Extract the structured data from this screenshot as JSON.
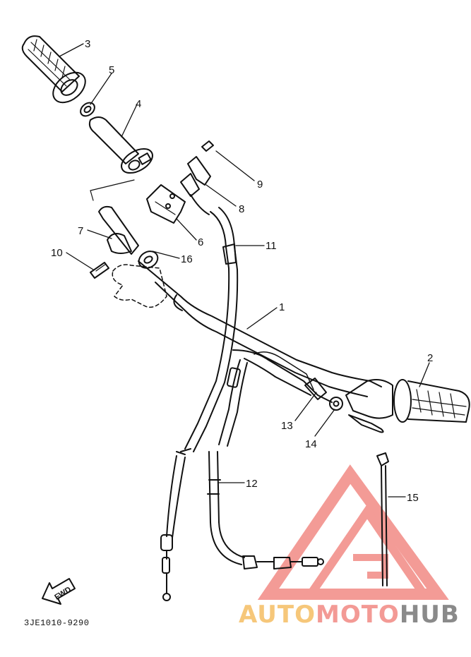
{
  "diagram": {
    "part_labels": [
      "1",
      "2",
      "3",
      "4",
      "5",
      "6",
      "7",
      "8",
      "9",
      "10",
      "11",
      "12",
      "13",
      "14",
      "15",
      "16"
    ],
    "fwd_label": "FWD",
    "reference_code": "3JE1010-9290"
  },
  "watermark": {
    "word_part1": "AUTO",
    "word_part2": "MOTO",
    "word_part3": "HUB",
    "colors": {
      "auto": "#f6c77a",
      "moto": "#f39a95",
      "hub": "#8a8a8a",
      "logo": "#f07a74"
    }
  }
}
